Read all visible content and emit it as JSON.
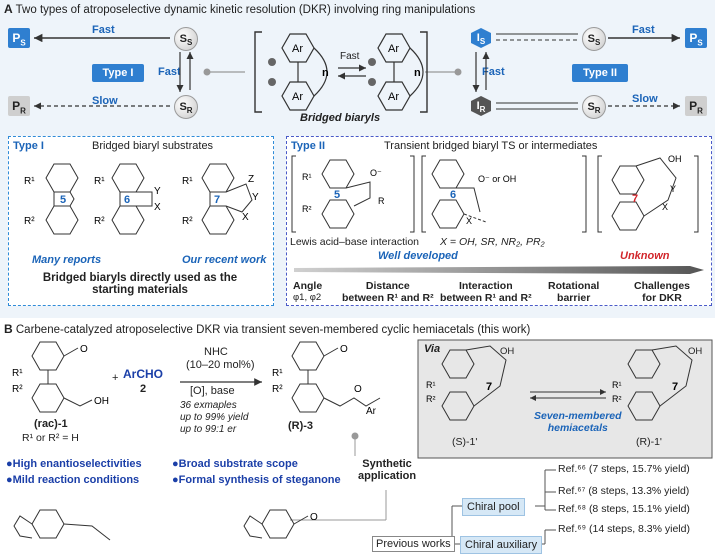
{
  "panel_a": {
    "letter": "A",
    "title": "Two types of atroposelective dynamic kinetic resolution (DKR) involving ring manipulations",
    "fast_top_left": "Fast",
    "fast_mid_left": "Fast",
    "slow_left": "Slow",
    "type1_label": "Type I",
    "type2_label": "Type II",
    "fast_center": "Fast",
    "fast_top_right": "Fast",
    "fast_mid_right": "Fast",
    "slow_right": "Slow",
    "ps": "P",
    "ps_sub": "S",
    "pr": "P",
    "pr_sub": "R",
    "ss": "S",
    "ss_sub": "S",
    "sr": "S",
    "sr_sub": "R",
    "is": "I",
    "is_sub": "S",
    "ir": "I",
    "ir_sub": "R",
    "ar": "Ar",
    "n": "n",
    "bridged_biaryls": "Bridged biaryls",
    "type1_box": {
      "title": "Type I",
      "subtitle": "Bridged biaryl substrates",
      "ring5": "5",
      "ring6": "6",
      "ring7": "7",
      "many_reports": "Many reports",
      "recent_work": "Our recent work",
      "footer_line1": "Bridged biaryls directly used as the",
      "footer_line2": "starting materials"
    },
    "type2_box": {
      "title": "Type II",
      "subtitle": "Transient bridged biaryl TS or intermediates",
      "ring5": "5",
      "ring6": "6",
      "ring7": "7",
      "lewis": "Lewis acid–base interaction",
      "x_def": "X = OH, SR, NR₂, PR₂",
      "o_or_oh": "O⁻ or OH",
      "well_developed": "Well developed",
      "unknown": "Unknown"
    },
    "scale": {
      "angle": "Angle",
      "angle_sub": "φ1, φ2",
      "distance1": "Distance",
      "distance2": "between R¹ and R²",
      "interaction1": "Interaction",
      "interaction2": "between R¹ and R²",
      "rotational1": "Rotational",
      "rotational2": "barrier",
      "challenges1": "Challenges",
      "challenges2": "for DKR"
    }
  },
  "panel_b": {
    "letter": "B",
    "title": "Carbene-catalyzed atroposelective DKR via transient seven-membered cyclic hemiacetals (this work)",
    "reagent": "ArCHO",
    "reagent_num": "2",
    "plus": "+",
    "cond1": "NHC",
    "cond2": "(10–20 mol%)",
    "cond3": "[O], base",
    "ex1": "36 exmaples",
    "ex2": "up to 99% yield",
    "ex3": "up to 99:1 er",
    "rac": "(rac)-1",
    "r_def": "R¹ or R² = H",
    "product": "(R)-3",
    "bullets": [
      "●High enantioselectivities",
      "●Mild reaction conditions",
      "●Broad substrate scope",
      "●Formal synthesis of steganone"
    ],
    "synthetic1": "Synthetic",
    "synthetic2": "application",
    "via": "Via",
    "seven": "7",
    "hemi1": "Seven-membered",
    "hemi2": "hemiacetals",
    "s_label": "(S)-1'",
    "r_label": "(R)-1'",
    "oh": "OH",
    "chiral_pool": "Chiral pool",
    "chiral_aux": "Chiral auxiliary",
    "previous": "Previous works",
    "refs": [
      {
        "ref": "Ref.⁶⁶",
        "text": "(7 steps, 15.7% yield)"
      },
      {
        "ref": "Ref.⁶⁷",
        "text": "(8 steps, 13.3% yield)"
      },
      {
        "ref": "Ref.⁶⁸",
        "text": "(8 steps, 15.1% yield)"
      },
      {
        "ref": "Ref.⁶⁹",
        "text": "(14 steps, 8.3% yield)"
      }
    ]
  }
}
